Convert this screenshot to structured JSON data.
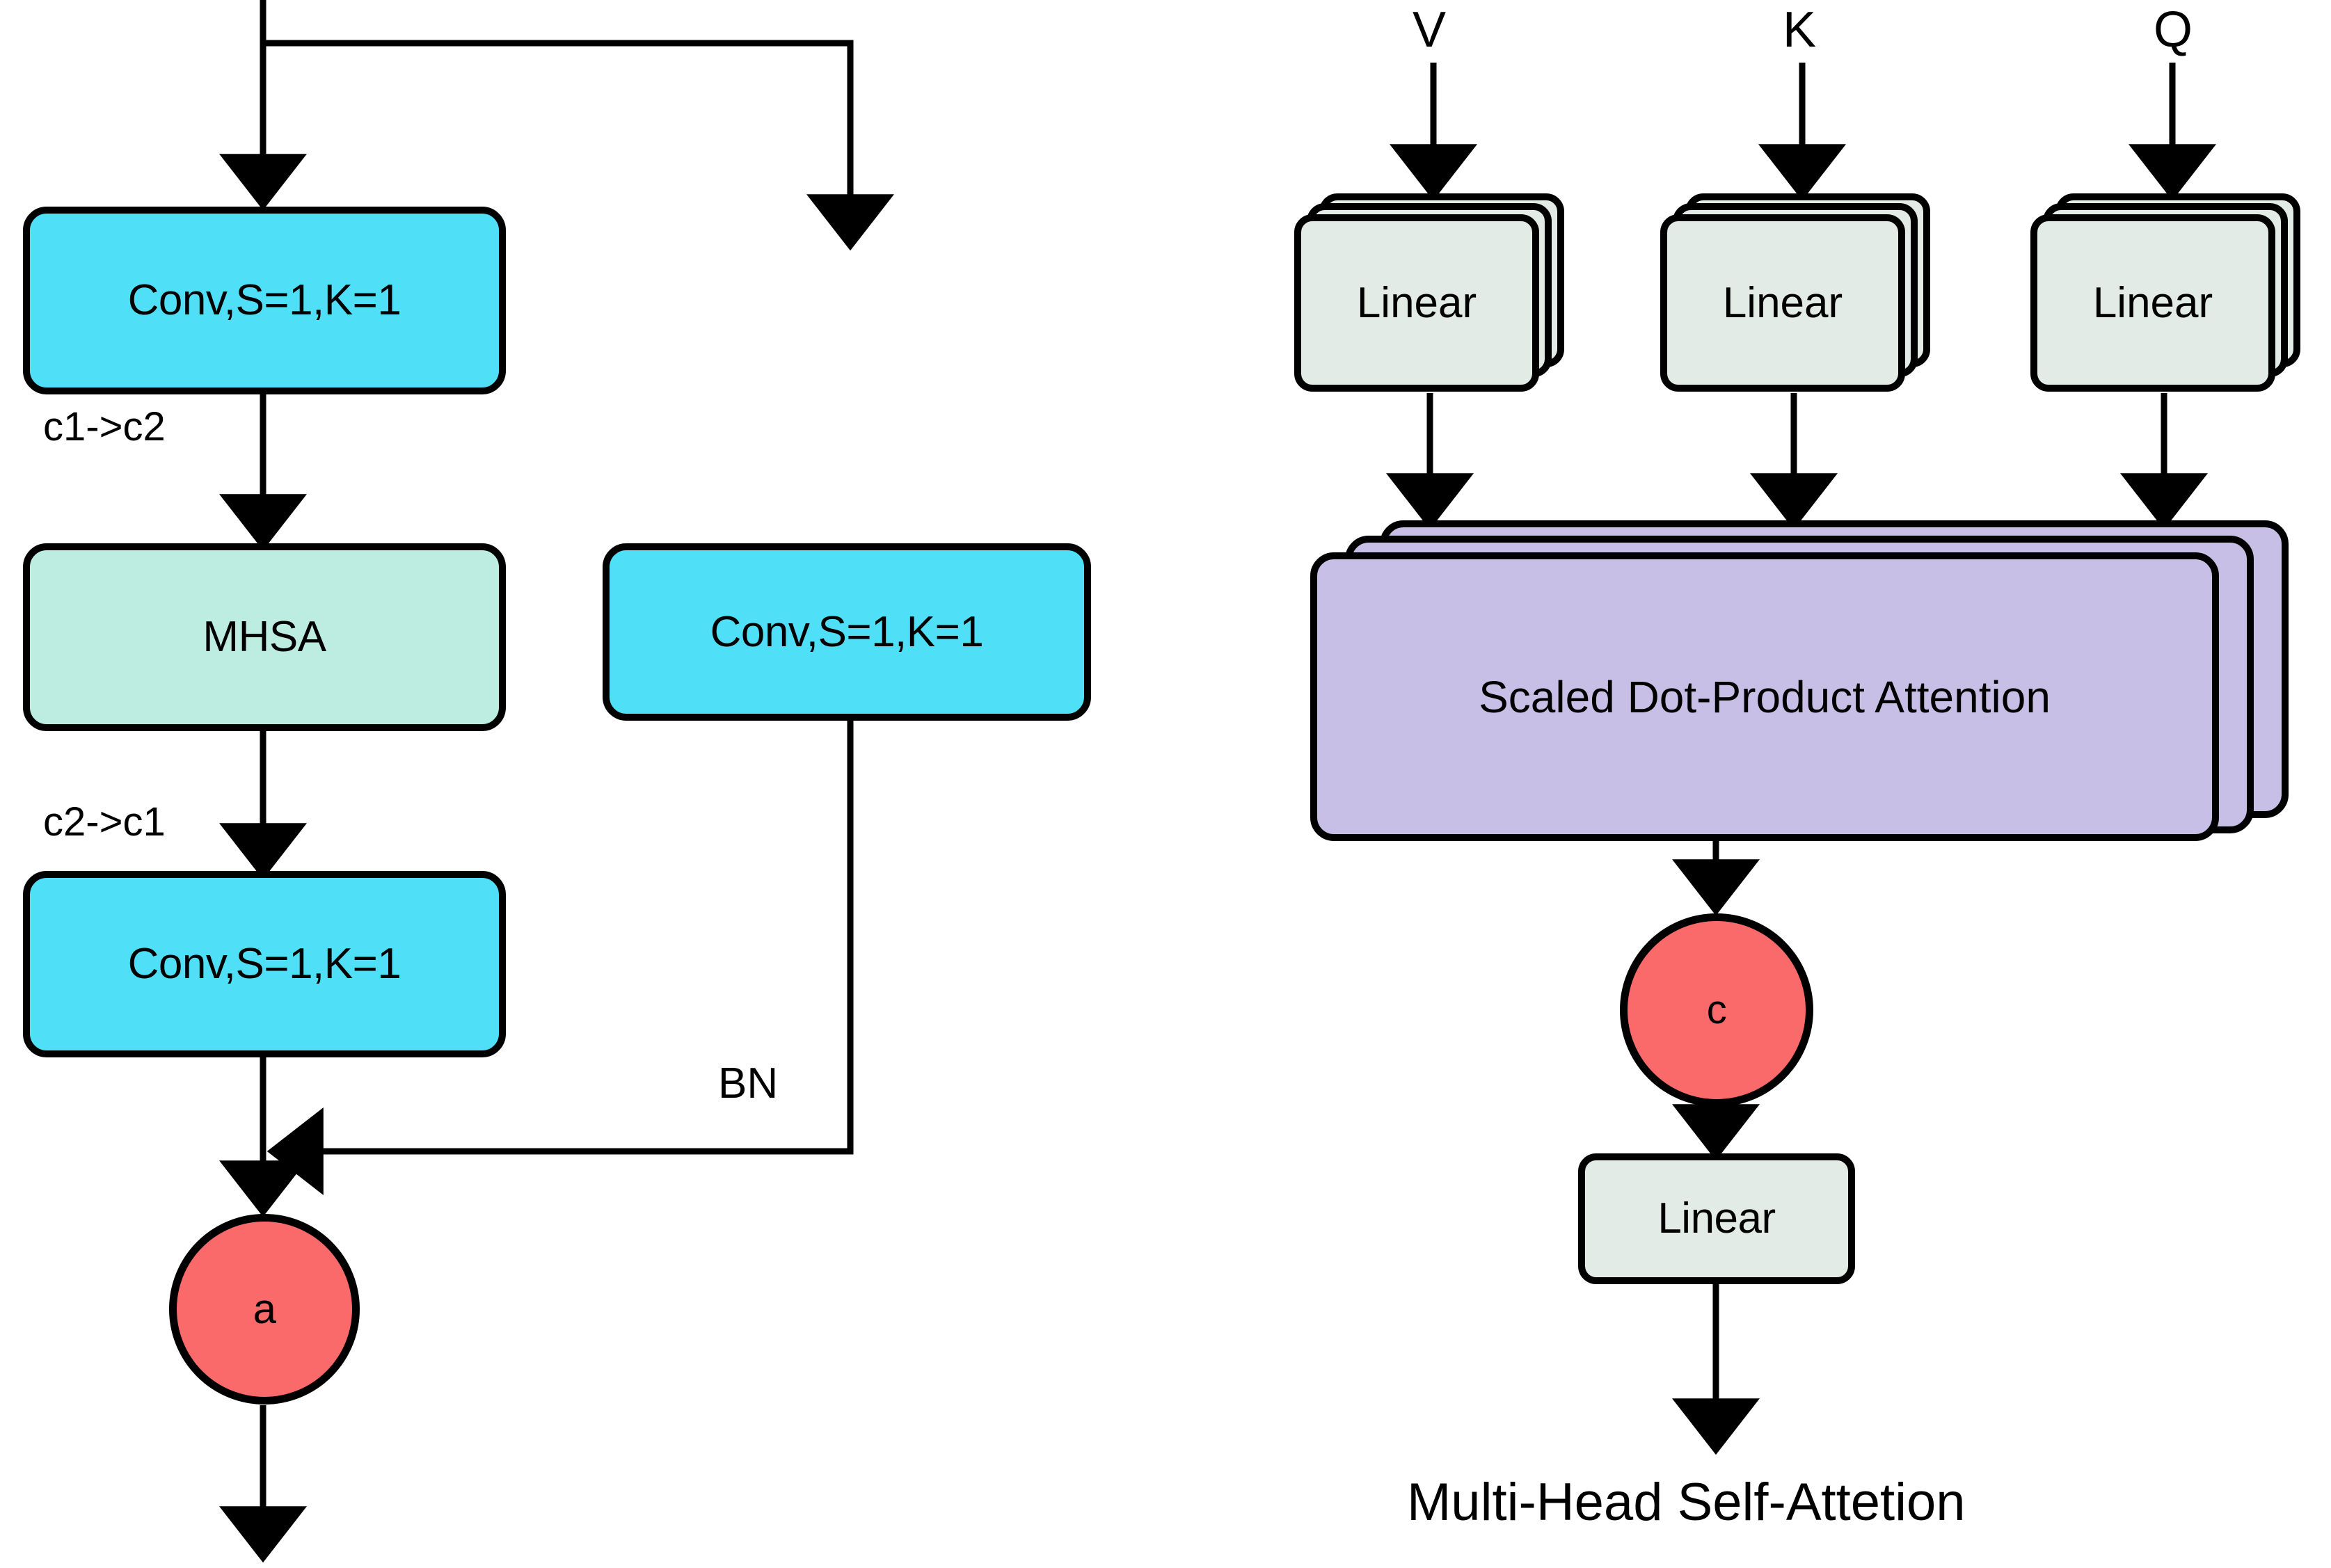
{
  "figure": {
    "title_right": "Multi-Head Self-Attetion",
    "colors": {
      "conv_fill": "#4fe0f7",
      "mhsa_fill": "#bdece0",
      "linear_fill": "#e3ebe6",
      "attention_fill": "#c8bfe6",
      "circle_fill": "#fa6a6a",
      "stroke": "#000000",
      "background": "#ffffff"
    }
  },
  "left_block": {
    "nodes": {
      "conv_top": "Conv,S=1,K=1",
      "mhsa": "MHSA",
      "conv_shortcut": "Conv,S=1,K=1",
      "conv_bottom": "Conv,S=1,K=1",
      "sum_circle": "a"
    },
    "edge_labels": {
      "c1_to_c2": "c1->c2",
      "c2_to_c1": "c2->c1",
      "bn": "BN"
    }
  },
  "right_block": {
    "inputs": [
      {
        "label": "V"
      },
      {
        "label": "K"
      },
      {
        "label": "Q"
      }
    ],
    "linear_stacks": [
      {
        "label": "Linear"
      },
      {
        "label": "Linear"
      },
      {
        "label": "Linear"
      }
    ],
    "attention": "Scaled Dot-Product\nAttention",
    "concat_circle": "c",
    "output_linear": "Linear",
    "caption": "Multi-Head Self-Attetion"
  }
}
